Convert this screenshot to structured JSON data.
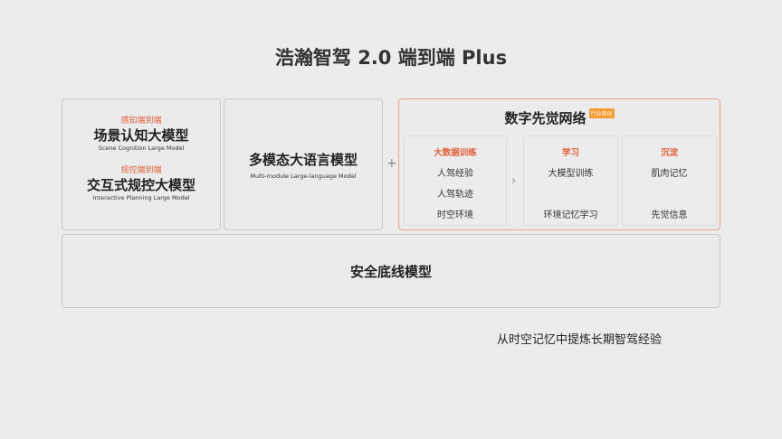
{
  "title": "浩瀚智驾 2.0  端到端 Plus",
  "left_card": {
    "tag1": "感知端到端",
    "title1": "场景认知大模型",
    "en1": "Scene Cognition Large Model",
    "tag2": "规控端到端",
    "title2": "交互式规控大模型",
    "en2": "Interactive Planning Large Model"
  },
  "mid_card": {
    "title": "多模态大语言模型",
    "en": "Multi-module Large-language Model"
  },
  "plus": "+",
  "network": {
    "title": "数字先觉网络",
    "badge": "行业首创",
    "accent": "#e0603a",
    "columns": [
      {
        "header": "大数据训练",
        "items": [
          "人驾经验",
          "人驾轨迹",
          "时空环境"
        ]
      },
      {
        "header": "学习",
        "items": [
          "大模型训练",
          "",
          "环境记忆学习"
        ]
      },
      {
        "header": "沉淀",
        "items": [
          "肌肉记忆",
          "",
          "先觉信息"
        ]
      }
    ],
    "arrow": "›"
  },
  "safety": {
    "title": "安全底线模型"
  },
  "footer": "从时空记忆中提炼长期智驾经验"
}
